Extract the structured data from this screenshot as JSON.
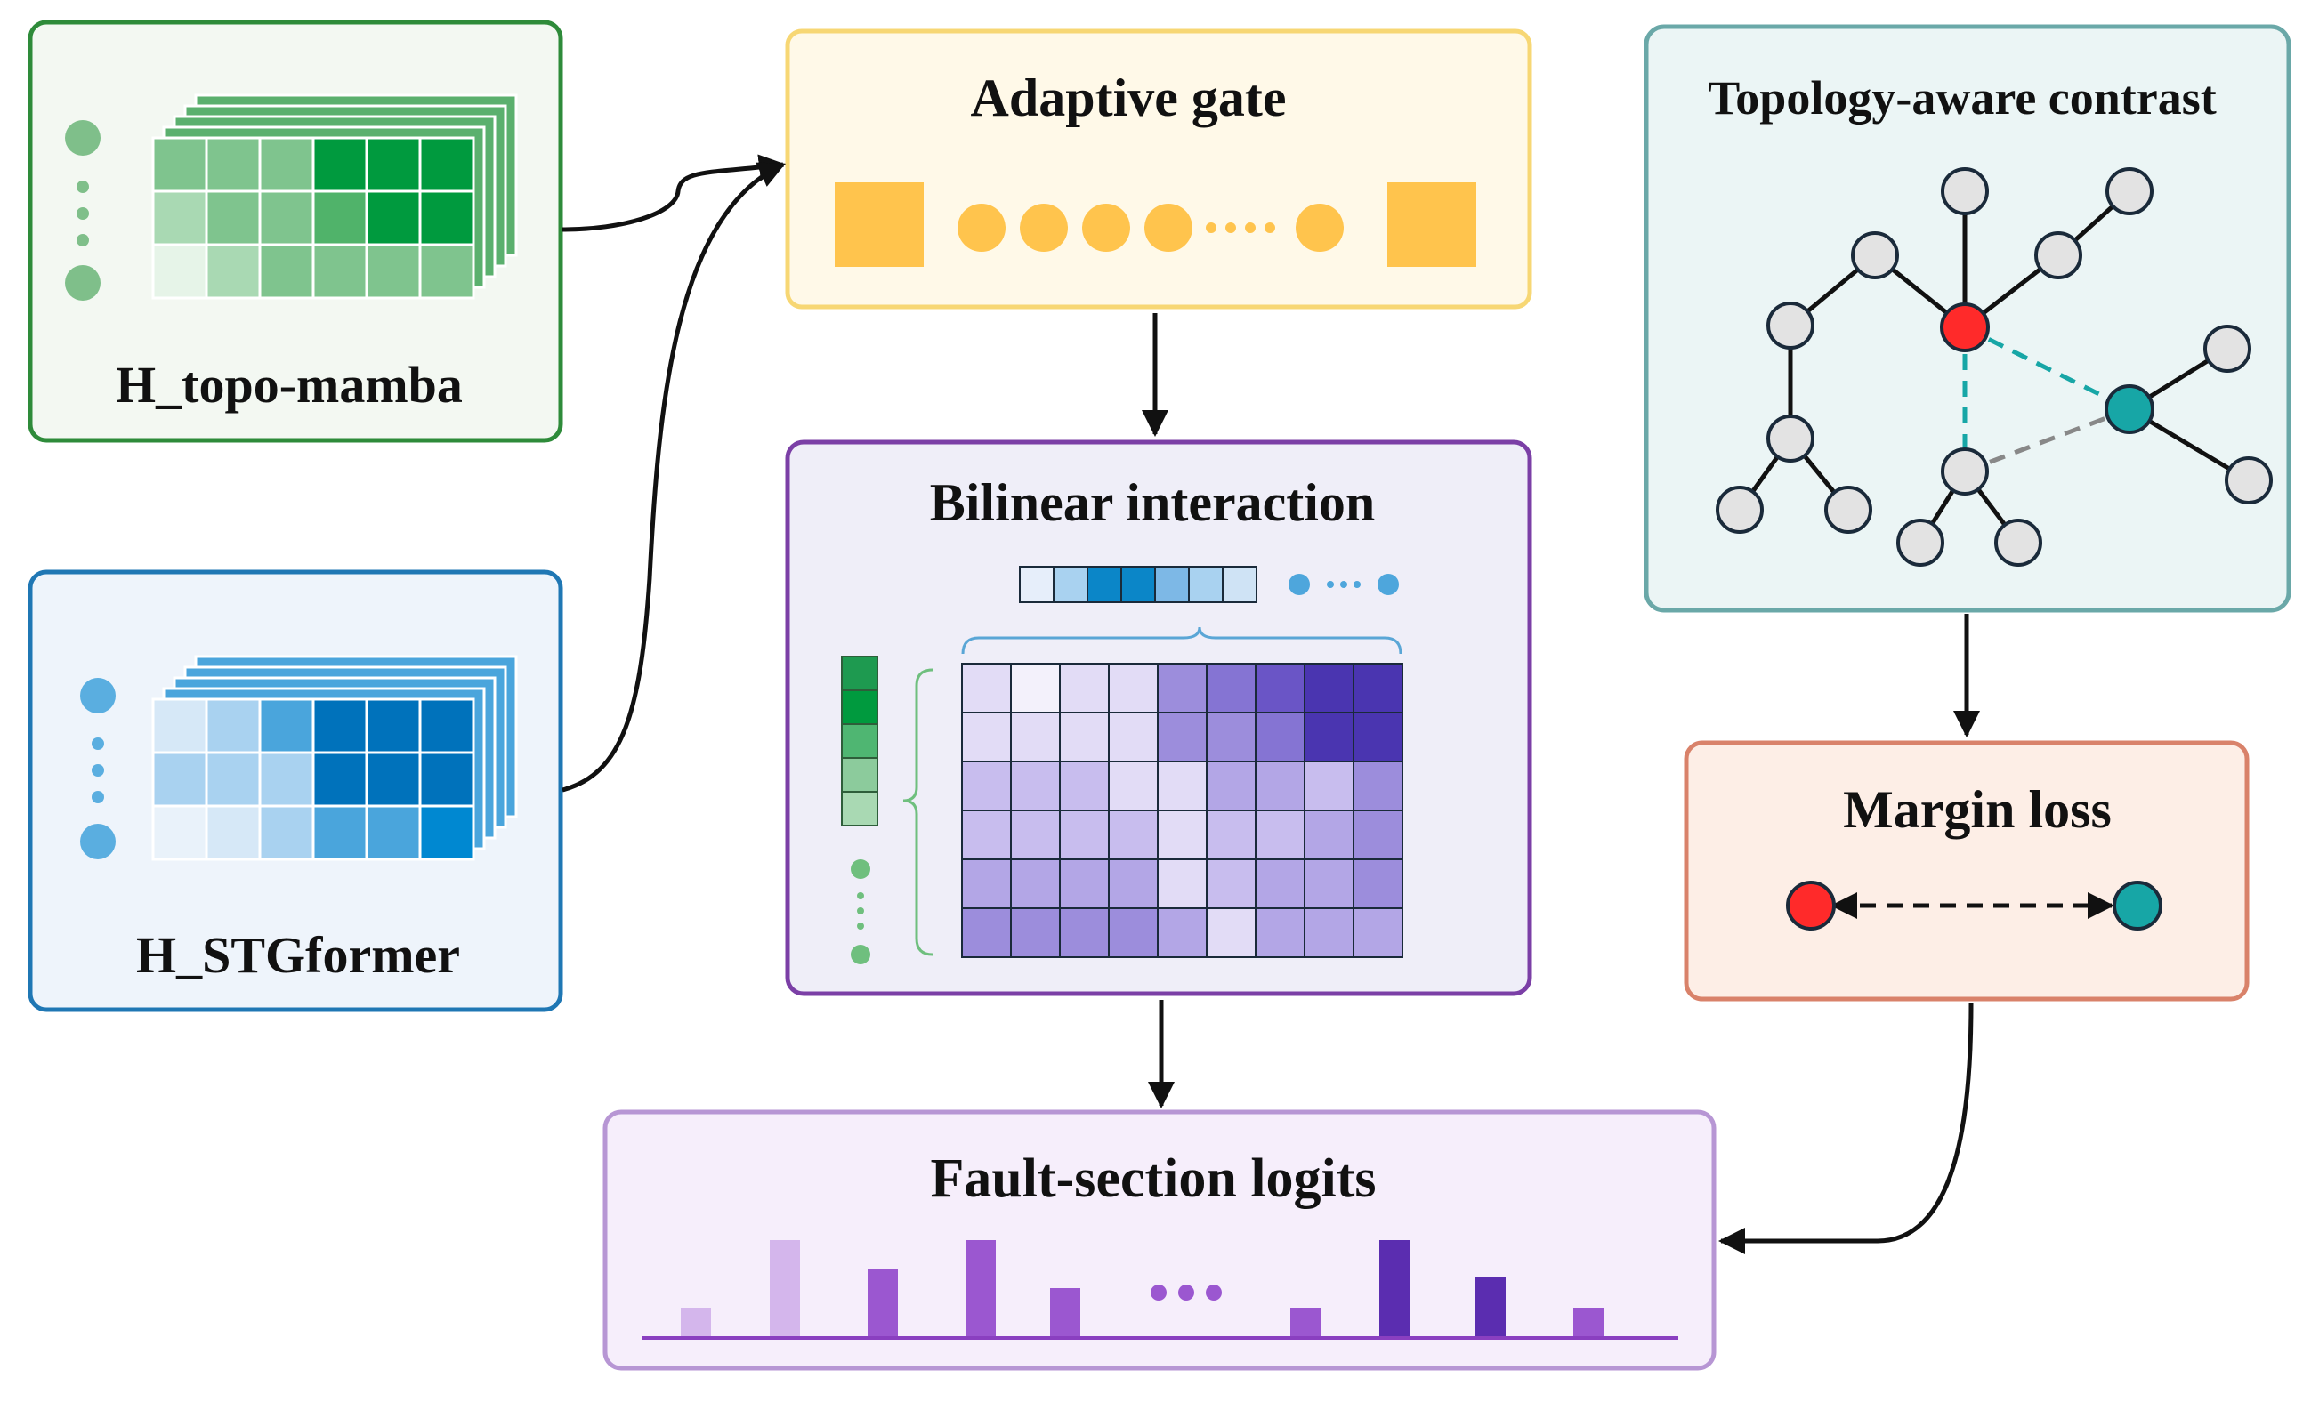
{
  "blocks": {
    "topo": {
      "label": "H_topo-mamba"
    },
    "stg": {
      "label": "H_STGformer"
    },
    "gate": {
      "label": "Adaptive gate"
    },
    "bilinear": {
      "label": "Bilinear interaction"
    },
    "topology": {
      "label": "Topology-aware contrast"
    },
    "margin": {
      "label": "Margin loss"
    },
    "logits": {
      "label": "Fault-section logits",
      "bar_levels": [
        0.3,
        1.0,
        0.7,
        1.0,
        0.5,
        0.3,
        1.0,
        0.62,
        0.3
      ]
    }
  },
  "colors": {
    "green_border": "#2e8b3a",
    "blue_border": "#1f77b4",
    "gate_border": "#f7d774",
    "gate_fill": "#ffc44d",
    "purple_border": "#7b3fa6",
    "teal_border": "#6aa8a8",
    "margin_border": "#d9826a",
    "node_red": "#ff2a2a",
    "node_teal": "#17a6a6",
    "node_grey": "#e3e3e3"
  }
}
